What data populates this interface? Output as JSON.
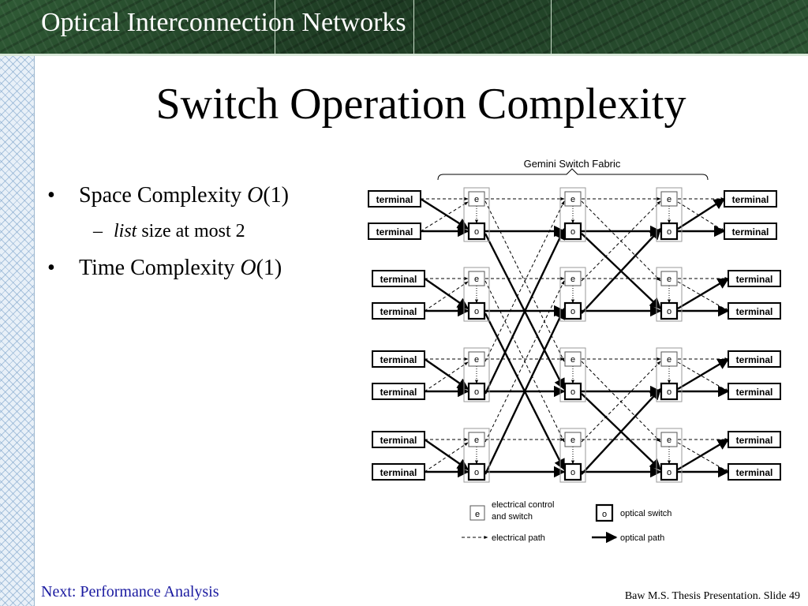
{
  "header": {
    "title": "Optical Interconnection Networks"
  },
  "slide": {
    "title": "Switch Operation Complexity",
    "bullets": [
      {
        "text": "Space Complexity ",
        "italic": "O",
        "suffix": "(1)"
      },
      {
        "text": "Time Complexity ",
        "italic": "O",
        "suffix": "(1)"
      }
    ],
    "sub_bullet": {
      "italic": "list",
      "text": " size at most 2"
    }
  },
  "diagram": {
    "title": "Gemini Switch Fabric",
    "terminal_label": "terminal",
    "electrical_node_label": "e",
    "optical_node_label": "o",
    "legend": {
      "electrical_control_line1": "electrical control",
      "electrical_control_line2": "and switch",
      "optical_switch": "optical switch",
      "electrical_path": "electrical path",
      "optical_path": "optical path"
    }
  },
  "footer": {
    "next_link": "Next: Performance Analysis",
    "note": "Baw M.S. Thesis Presentation. Slide 49"
  }
}
